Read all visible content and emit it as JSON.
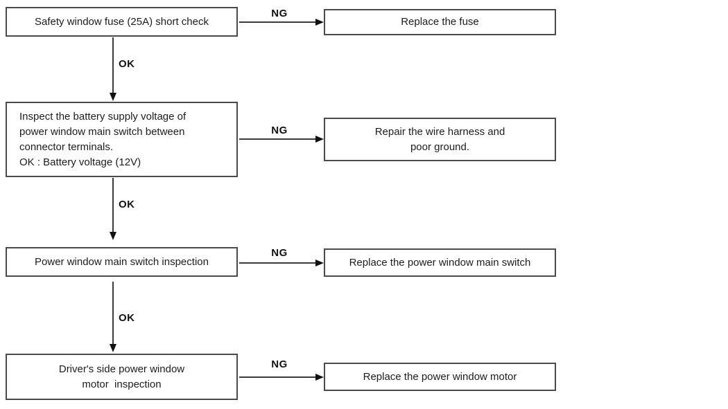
{
  "flowchart": {
    "steps": [
      {
        "check": "Safety window fuse (25A) short check",
        "ng": "NG",
        "action": "Replace the fuse",
        "ok": "OK"
      },
      {
        "check": "Inspect the battery supply voltage of\npower window main switch between\nconnector terminals.\nOK : Battery voltage (12V)",
        "ng": "NG",
        "action": "Repair the wire harness and\npoor ground.",
        "ok": "OK"
      },
      {
        "check": "Power window main switch inspection",
        "ng": "NG",
        "action": "Replace the power window main switch",
        "ok": "OK"
      },
      {
        "check": "Driver's side power window\nmotor  inspection",
        "ng": "NG",
        "action": "Replace the power window motor"
      }
    ],
    "colors": {
      "line": "#3a3a3a",
      "box_border": "#4a4a4a",
      "text": "#1c1c1c",
      "background": "#ffffff"
    }
  }
}
